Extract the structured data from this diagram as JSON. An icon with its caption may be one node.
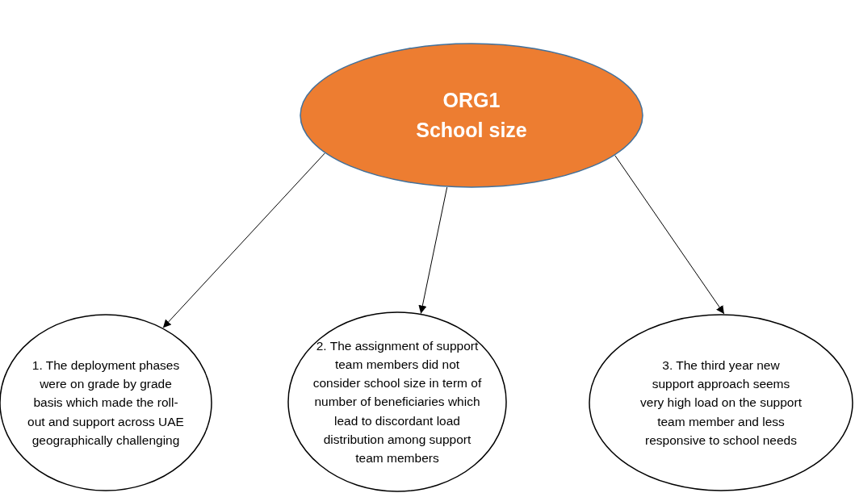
{
  "diagram": {
    "nodes": [
      {
        "text": [
          "ORG1",
          "School size"
        ]
      },
      {
        "text": [
          "1. The deployment phases were on grade by grade basis which made the roll-out and support across UAE geographically challenging"
        ]
      },
      {
        "text": [
          "2. The assignment of support team members did not consider school size in term of number of beneficiaries which lead to discordant load distribution among support team members"
        ]
      },
      {
        "text": [
          "3. The third year new support approach seems very high load on the support team member and less responsive to school needs"
        ]
      }
    ],
    "edges": [
      {
        "from": 0,
        "to": 1,
        "arrow": "to"
      },
      {
        "from": 0,
        "to": 2,
        "arrow": "to"
      },
      {
        "from": 0,
        "to": 3,
        "arrow": "to"
      }
    ]
  }
}
